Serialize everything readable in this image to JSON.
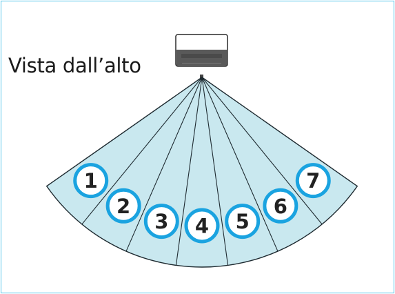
{
  "title": "Vista dall’alto",
  "colors": {
    "frame_border": "#4fc3e8",
    "fan_fill": "#c9e8ef",
    "fan_stroke": "#1e2a30",
    "circle_stroke": "#1aa3e0",
    "circle_fill": "#ffffff"
  },
  "zones": [
    "1",
    "2",
    "3",
    "4",
    "5",
    "6",
    "7"
  ]
}
